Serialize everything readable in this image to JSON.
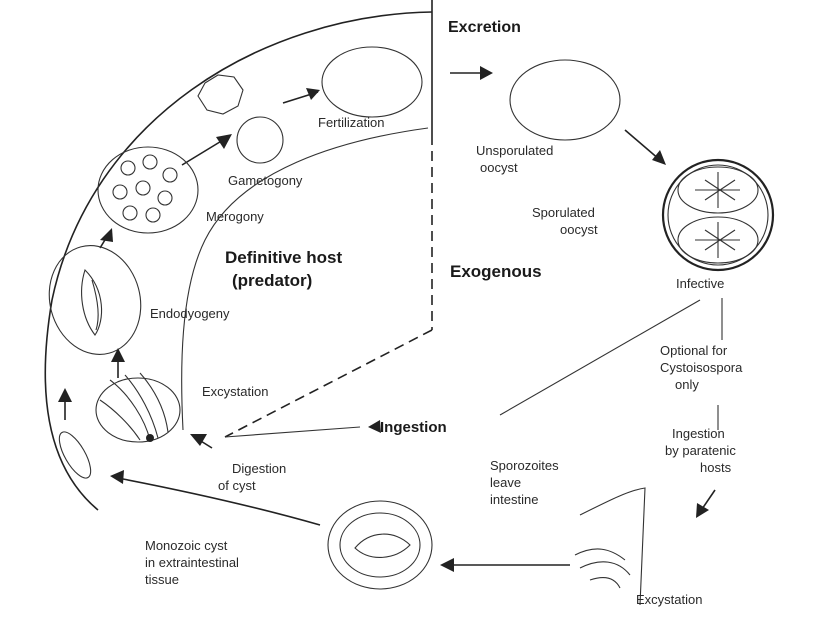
{
  "labels": {
    "excretion": "Excretion",
    "fertilization": "Fertilization",
    "gametogony": "Gametogony",
    "merogony": "Merogony",
    "definitive_host_line1": "Definitive host",
    "definitive_host_line2": "(predator)",
    "endodyogeny": "Endodyogeny",
    "excystation_inner": "Excystation",
    "digestion_line1": "Digestion",
    "digestion_line2": "of cyst",
    "unsporulated_line1": "Unsporulated",
    "unsporulated_line2": "oocyst",
    "sporulated_line1": "Sporulated",
    "sporulated_line2": "oocyst",
    "exogenous": "Exogenous",
    "infective": "Infective",
    "optional_line1": "Optional for",
    "optional_line2": "Cystoisospora",
    "optional_line3": "only",
    "ingestion": "Ingestion",
    "ingestion_paratenic_line1": "Ingestion",
    "ingestion_paratenic_line2": "by paratenic",
    "ingestion_paratenic_line3": "hosts",
    "sporozoites_line1": "Sporozoites",
    "sporozoites_line2": "leave",
    "sporozoites_line3": "intestine",
    "monozoic_line1": "Monozoic cyst",
    "monozoic_line2": "in extraintestinal",
    "monozoic_line3": "tissue",
    "excystation_outer": "Excystation"
  }
}
